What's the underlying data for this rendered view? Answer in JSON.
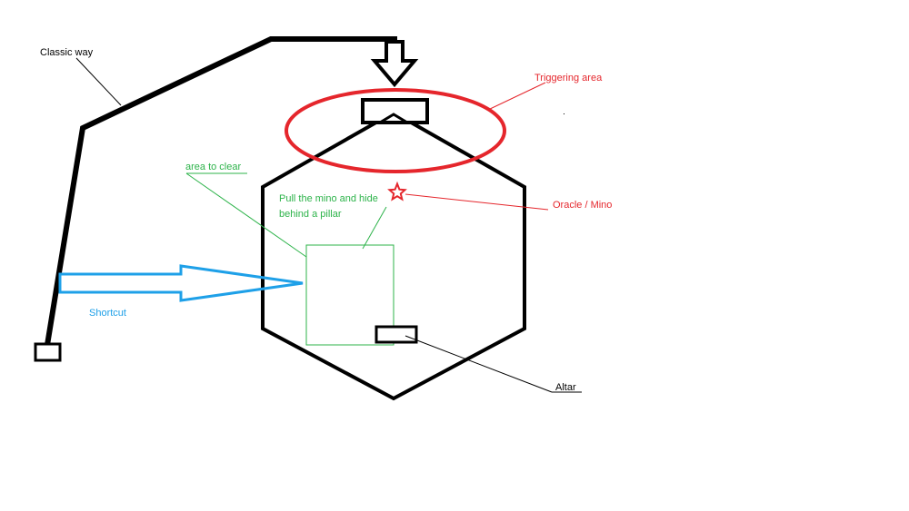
{
  "labels": {
    "classic_way": "Classic way",
    "triggering_area": "Triggering area",
    "area_to_clear": "area to clear",
    "pull_line1": "Pull the mino and hide",
    "pull_line2": "behind a pillar",
    "oracle_mino": "Oracle / Mino",
    "shortcut": "Shortcut",
    "altar": "Altar"
  },
  "colors": {
    "path": "#000000",
    "trigger": "#e5262c",
    "oracle": "#e5262c",
    "clear_area": "#2db34a",
    "shortcut": "#1ea0e8",
    "altar": "#000000"
  }
}
